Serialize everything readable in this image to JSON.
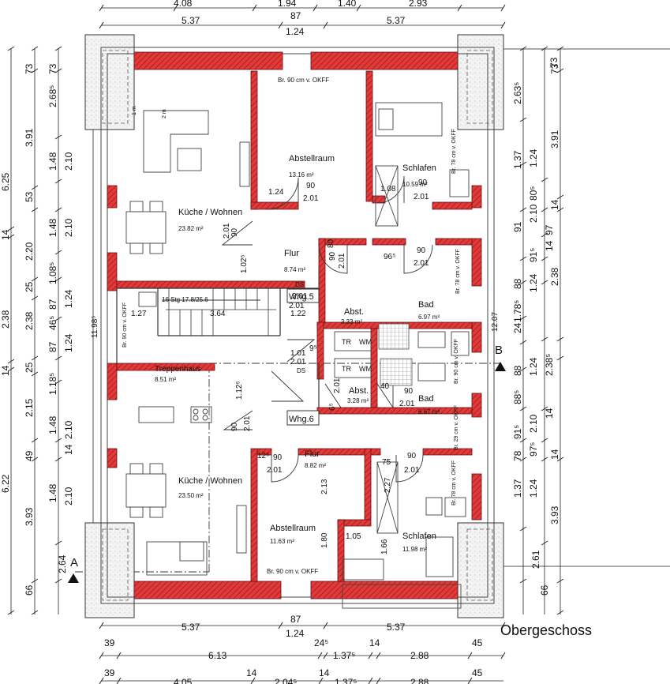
{
  "floor_title": "Obergeschoss",
  "section_markers": {
    "a": "A",
    "b": "B"
  },
  "rooms": {
    "kueche_top": {
      "name": "Küche / Wohnen",
      "area": "23.82 m²"
    },
    "abstell_top": {
      "name": "Abstellraum",
      "area": "13.16 m²"
    },
    "schlafen_top": {
      "name": "Schlafen",
      "area": "10.59 m²"
    },
    "flur_top": {
      "name": "Flur",
      "area": "8.74 m²"
    },
    "abst_top": {
      "name": "Abst.",
      "area": "3.33 m²"
    },
    "bad_top": {
      "name": "Bad",
      "area": "6.97 m²"
    },
    "treppenhaus": {
      "name": "Treppenhaus",
      "area": "8.51 m²"
    },
    "abst_bottom": {
      "name": "Abst.",
      "area": "3.28 m²"
    },
    "bad_bottom": {
      "name": "Bad",
      "area": "6.67 m²"
    },
    "flur_bottom": {
      "name": "Flur",
      "area": "8.82 m²"
    },
    "kueche_bottom": {
      "name": "Küche / Wohnen",
      "area": "23.50 m²"
    },
    "abstell_bottom": {
      "name": "Abstellraum",
      "area": "11.63 m²"
    },
    "schlafen_bottom": {
      "name": "Schlafen",
      "area": "11.98 m²"
    }
  },
  "labels": {
    "whg5": "Whg.5",
    "whg6": "Whg.6",
    "stair": "16 Stg 17.8/25.6",
    "ds1": "DS",
    "ds2": "DS",
    "tr1": "TR",
    "wm1": "WM",
    "tr2": "TR",
    "wm2": "WM",
    "br_top": "Br. 90 cm v. OKFF",
    "br_bottom": "Br. 90 cm v. OKFF",
    "br_stair": "Br. 90 cm v. OKFF",
    "br78_1": "Br. 78 cm v. OKFF",
    "br78_2": "Br. 78 cm v. OKFF",
    "br90_r": "Br. 90 cm v. OKFF",
    "br29": "Br. 29 cm v. OKFF",
    "br78_3": "Br. 78 cm v. OKFF",
    "one_m": "1 m",
    "two_m": "2 m"
  },
  "top_dims": {
    "row1": [
      "4.08",
      "1.94",
      "1.40",
      "2.93"
    ],
    "row2": [
      "5.37",
      "87",
      "5.37"
    ],
    "row3": "1.24"
  },
  "bottom_dims": {
    "row1": [
      "5.37",
      "87",
      "5.37"
    ],
    "row1b": "1.24",
    "row2_small": [
      "39",
      "24⁵",
      "14",
      "45"
    ],
    "row2": [
      "6.13",
      "1.37⁵",
      "2.88"
    ],
    "row3_small": [
      "39",
      "14",
      "14",
      "45"
    ],
    "row3": [
      "4.05",
      "2.04⁵",
      "1.37⁵",
      "2.88"
    ]
  },
  "left_dims": {
    "outer": [
      "6.25",
      "14",
      "2.38",
      "14",
      "6.22"
    ],
    "mid": [
      "73",
      "3.91",
      "53",
      "2.20",
      "25",
      "2.38",
      "25",
      "2.15",
      "49",
      "3.93",
      "66"
    ],
    "inner": [
      "73",
      "2.68⁵",
      "1.48",
      "2.10",
      "1.48",
      "2.10",
      "1.08⁵",
      "87",
      "1.24",
      "46⁵",
      "87",
      "1.24",
      "1.18⁵",
      "1.48",
      "2.10",
      "14",
      "1.48",
      "2.10",
      "2.64"
    ],
    "overall": "11.98⁵"
  },
  "right_dims": {
    "outer": [
      "73",
      "3.91",
      "14",
      "2.38",
      "14",
      "3.93",
      "66"
    ],
    "inner": [
      "73",
      "2.63⁵",
      "1.37",
      "1.24",
      "80⁵",
      "2.10",
      "97",
      "91",
      "91⁵",
      "14",
      "88",
      "1.24",
      "1.78⁵",
      "24",
      "88",
      "1.24",
      "2.38⁵",
      "88⁵",
      "2.10",
      "97⁵",
      "14",
      "91⁵",
      "78",
      "1.37",
      "1.24",
      "2.61"
    ],
    "overall": "12.07"
  },
  "inner_dims": [
    "1.24",
    "90",
    "2.01",
    "1.08",
    "90",
    "2.01",
    "90",
    "2.01",
    "90",
    "2.01",
    "96⁵",
    "90",
    "2.01",
    "1.02⁵",
    "80",
    "2.01",
    "1.27",
    "3.64",
    "1.22",
    "2.01",
    "1.01",
    "9⁵",
    "2.01",
    "1.12⁵",
    "90",
    "2.01",
    "2.01",
    "90",
    "2.01",
    "40",
    "90",
    "2.01",
    "1.05",
    "1.80",
    "2.13",
    "2.27",
    "75",
    "1.66",
    "12⁵",
    "90",
    "2.01",
    "6⁵"
  ]
}
